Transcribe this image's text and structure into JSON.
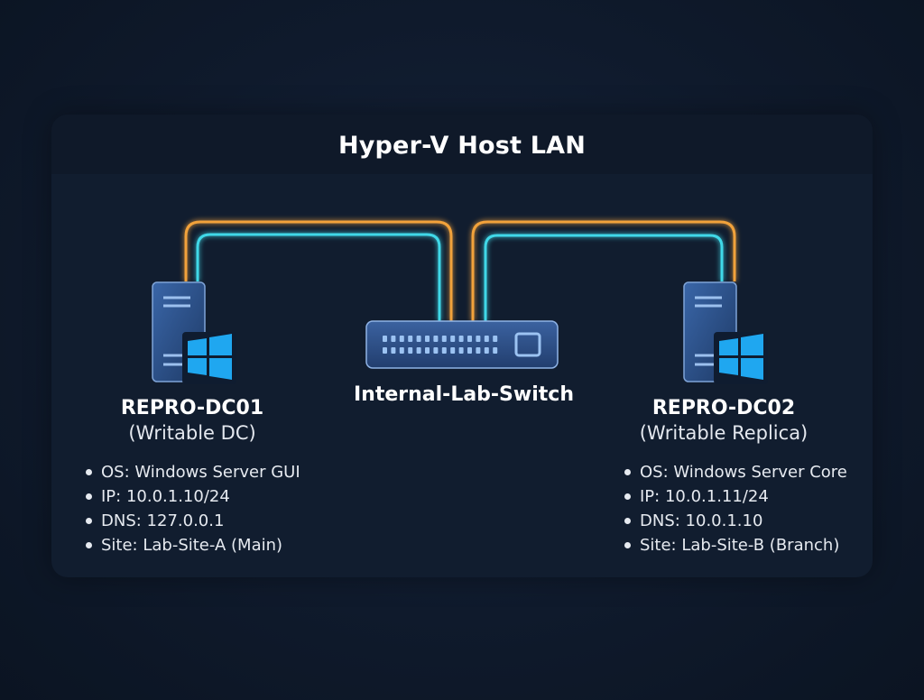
{
  "diagram": {
    "title": "Hyper-V Host LAN"
  },
  "switch": {
    "name": "Internal-Lab-Switch"
  },
  "servers": [
    {
      "name": "REPRO-DC01",
      "role": "(Writable DC)",
      "details": [
        "OS: Windows Server GUI",
        "IP: 10.0.1.10/24",
        "DNS: 127.0.0.1",
        "Site: Lab-Site-A (Main)"
      ]
    },
    {
      "name": "REPRO-DC02",
      "role": "(Writable Replica)",
      "details": [
        "OS: Windows Server Core",
        "IP: 10.0.1.11/24",
        "DNS: 10.0.1.10",
        "Site: Lab-Site-B (Branch)"
      ]
    }
  ],
  "colors": {
    "background": "#0e1828",
    "panel": "#111d2f",
    "orange_link": "#f2a23a",
    "cyan_link": "#3fd8e8",
    "device_blue": "#2b4f86",
    "windows_logo": "#1fa7f0"
  }
}
